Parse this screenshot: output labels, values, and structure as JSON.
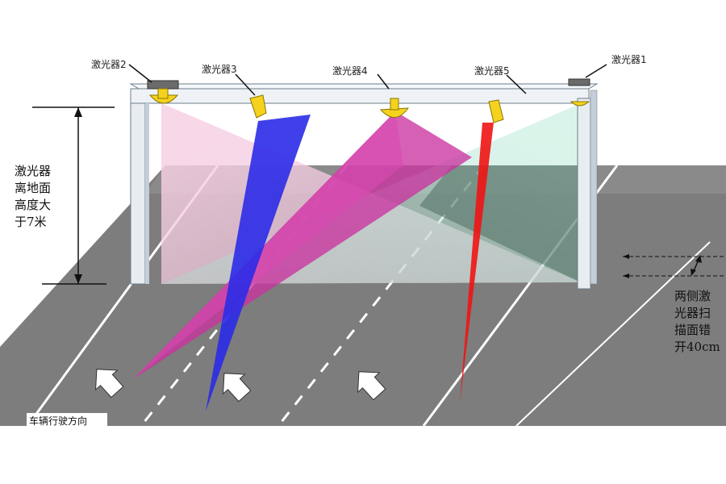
{
  "lasers": {
    "laser1": "激光器1",
    "laser2": "激光器2",
    "laser3": "激光器3",
    "laser4": "激光器4",
    "laser5": "激光器5"
  },
  "height_note": [
    "激光器",
    "离地面",
    "高度大",
    "于7米"
  ],
  "offset_note": [
    "两侧激",
    "光器扫",
    "描面错",
    "开40cm"
  ],
  "direction_label": "车辆行驶方向",
  "colors": {
    "road": "#7a7a7a",
    "gantry": "#e8edf2",
    "laser3_beam": "#2a2ae6",
    "laser4_beam": "#c93bb0",
    "laser5_beam": "#f01818",
    "laser2_beam": "#f3c8e0",
    "laser1_beam": "#c9eee0",
    "lamp": "#f5d21e"
  }
}
